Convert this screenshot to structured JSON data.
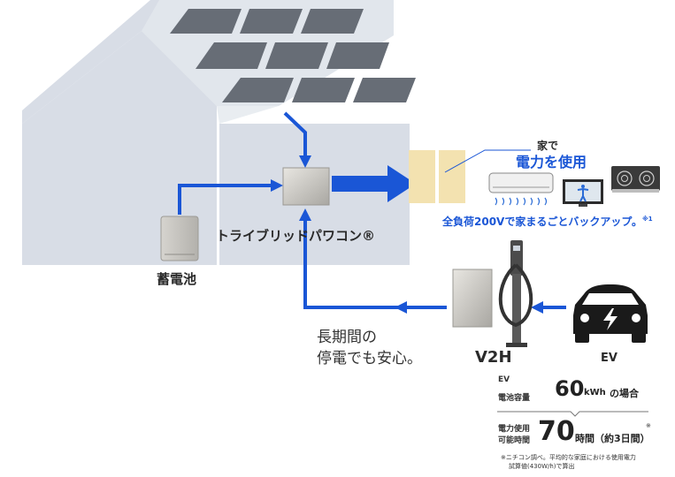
{
  "colors": {
    "arrow": "#1a56d6",
    "house": "#d8dde6",
    "panel": "#676d76",
    "accent_text": "#1a56d6"
  },
  "icons": [
    "solar-panel-icon",
    "power-conditioner-icon",
    "distribution-board-icon",
    "air-conditioner-icon",
    "tv-icon",
    "ih-cooktop-icon",
    "storage-battery-icon",
    "v2h-charger-icon",
    "ev-car-icon"
  ],
  "labels": {
    "powercon": "トライブリッドパワコン®",
    "battery": "蓄電池",
    "v2h": "V2H",
    "ev": "EV",
    "home_use_small": "家で",
    "home_use_big": "電力を使用",
    "backup": "全負荷200Vで家まるごとバックアップ。",
    "backup_note": "※1",
    "outage_line1": "長期間の",
    "outage_line2": "停電でも安心。"
  },
  "ev_info": {
    "ev_label": "EV",
    "capacity_label": "電池容量",
    "capacity_value": "60",
    "capacity_unit": "kWh",
    "capacity_suffix": "の場合",
    "usage_label_1": "電力使用",
    "usage_label_2": "可能時間",
    "usage_value": "70",
    "usage_unit": "時間（約3日間）",
    "usage_note_mark": "※",
    "footnote_1": "※ニチコン調べ。平均的な家庭における使用電力",
    "footnote_2": "試算値(430W/h)で算出"
  }
}
